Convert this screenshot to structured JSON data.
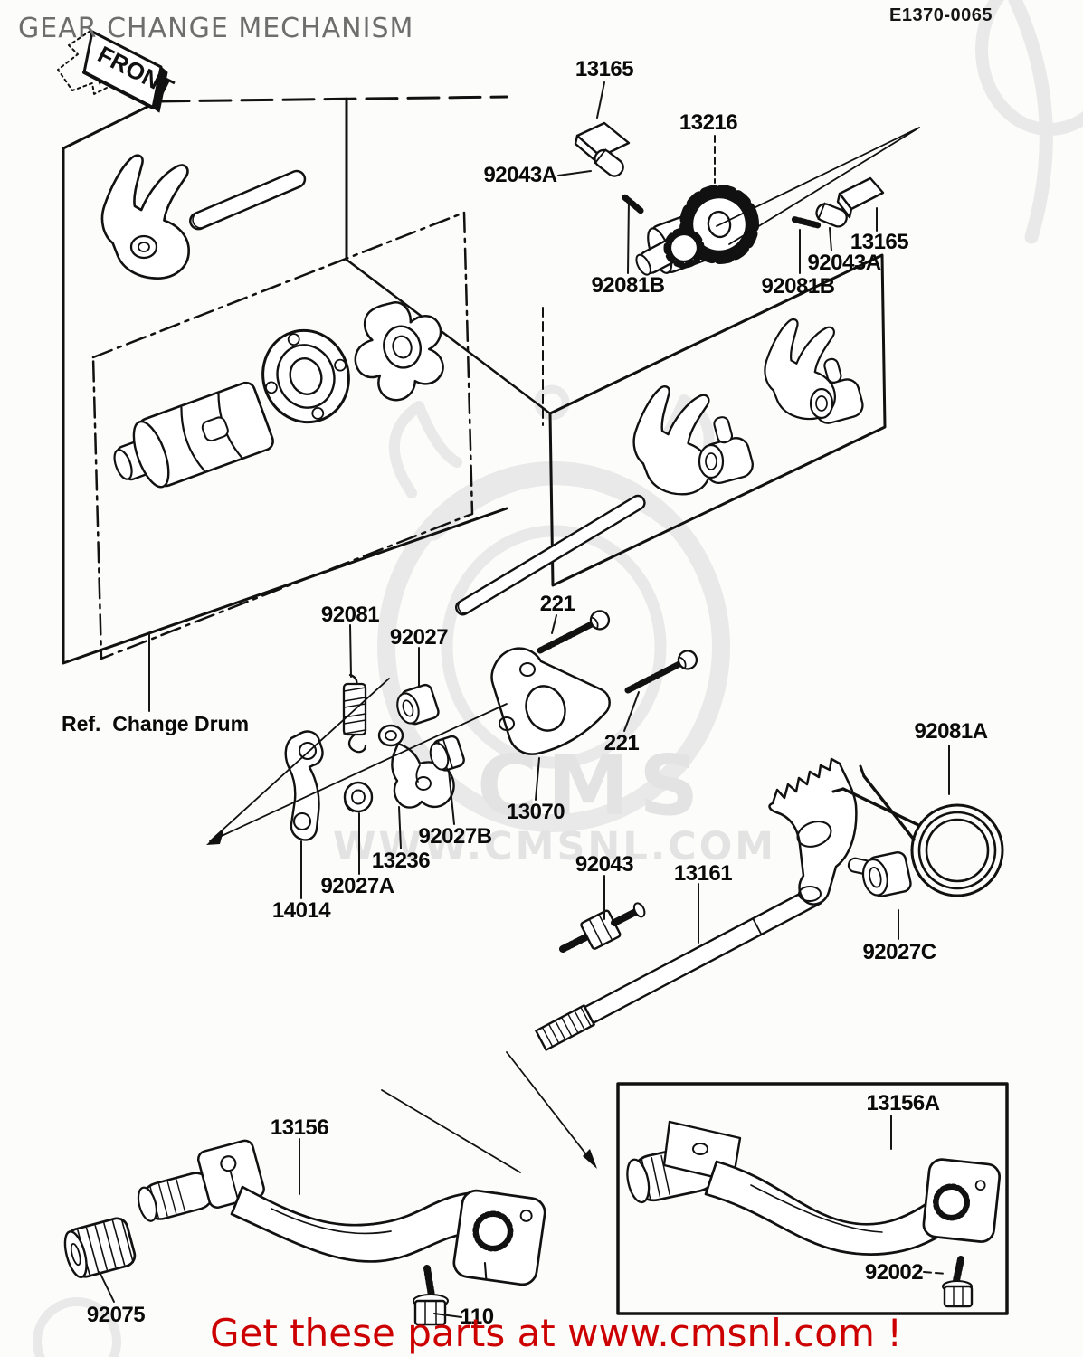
{
  "header": {
    "title": "GEAR CHANGE MECHANISM",
    "diagram_code": "E1370-0065",
    "front_label": "FRONT"
  },
  "reference_note": "Ref.  Change Drum",
  "watermark": {
    "logo_text": "CMS",
    "url_text": "WWW.CMSNL.COM",
    "color": "#e4e4e4"
  },
  "banner": {
    "text": "Get these parts at www.cmsnl.com !",
    "color": "#cc0000"
  },
  "parts": [
    {
      "id": "13165-top",
      "label": "13165"
    },
    {
      "id": "13216",
      "label": "13216"
    },
    {
      "id": "92043a-left",
      "label": "92043A"
    },
    {
      "id": "92081b-left",
      "label": "92081B"
    },
    {
      "id": "92081b-right",
      "label": "92081B"
    },
    {
      "id": "92043a-right",
      "label": "92043A"
    },
    {
      "id": "13165-right",
      "label": "13165"
    },
    {
      "id": "92081",
      "label": "92081"
    },
    {
      "id": "92027",
      "label": "92027"
    },
    {
      "id": "221-upper",
      "label": "221"
    },
    {
      "id": "221-lower",
      "label": "221"
    },
    {
      "id": "13070",
      "label": "13070"
    },
    {
      "id": "92027b",
      "label": "92027B"
    },
    {
      "id": "13236",
      "label": "13236"
    },
    {
      "id": "92027a",
      "label": "92027A"
    },
    {
      "id": "14014",
      "label": "14014"
    },
    {
      "id": "92043",
      "label": "92043"
    },
    {
      "id": "13161",
      "label": "13161"
    },
    {
      "id": "92081a",
      "label": "92081A"
    },
    {
      "id": "92027c",
      "label": "92027C"
    },
    {
      "id": "13156",
      "label": "13156"
    },
    {
      "id": "92075",
      "label": "92075"
    },
    {
      "id": "110",
      "label": "110"
    },
    {
      "id": "13156a",
      "label": "13156A"
    },
    {
      "id": "92002",
      "label": "92002"
    }
  ]
}
